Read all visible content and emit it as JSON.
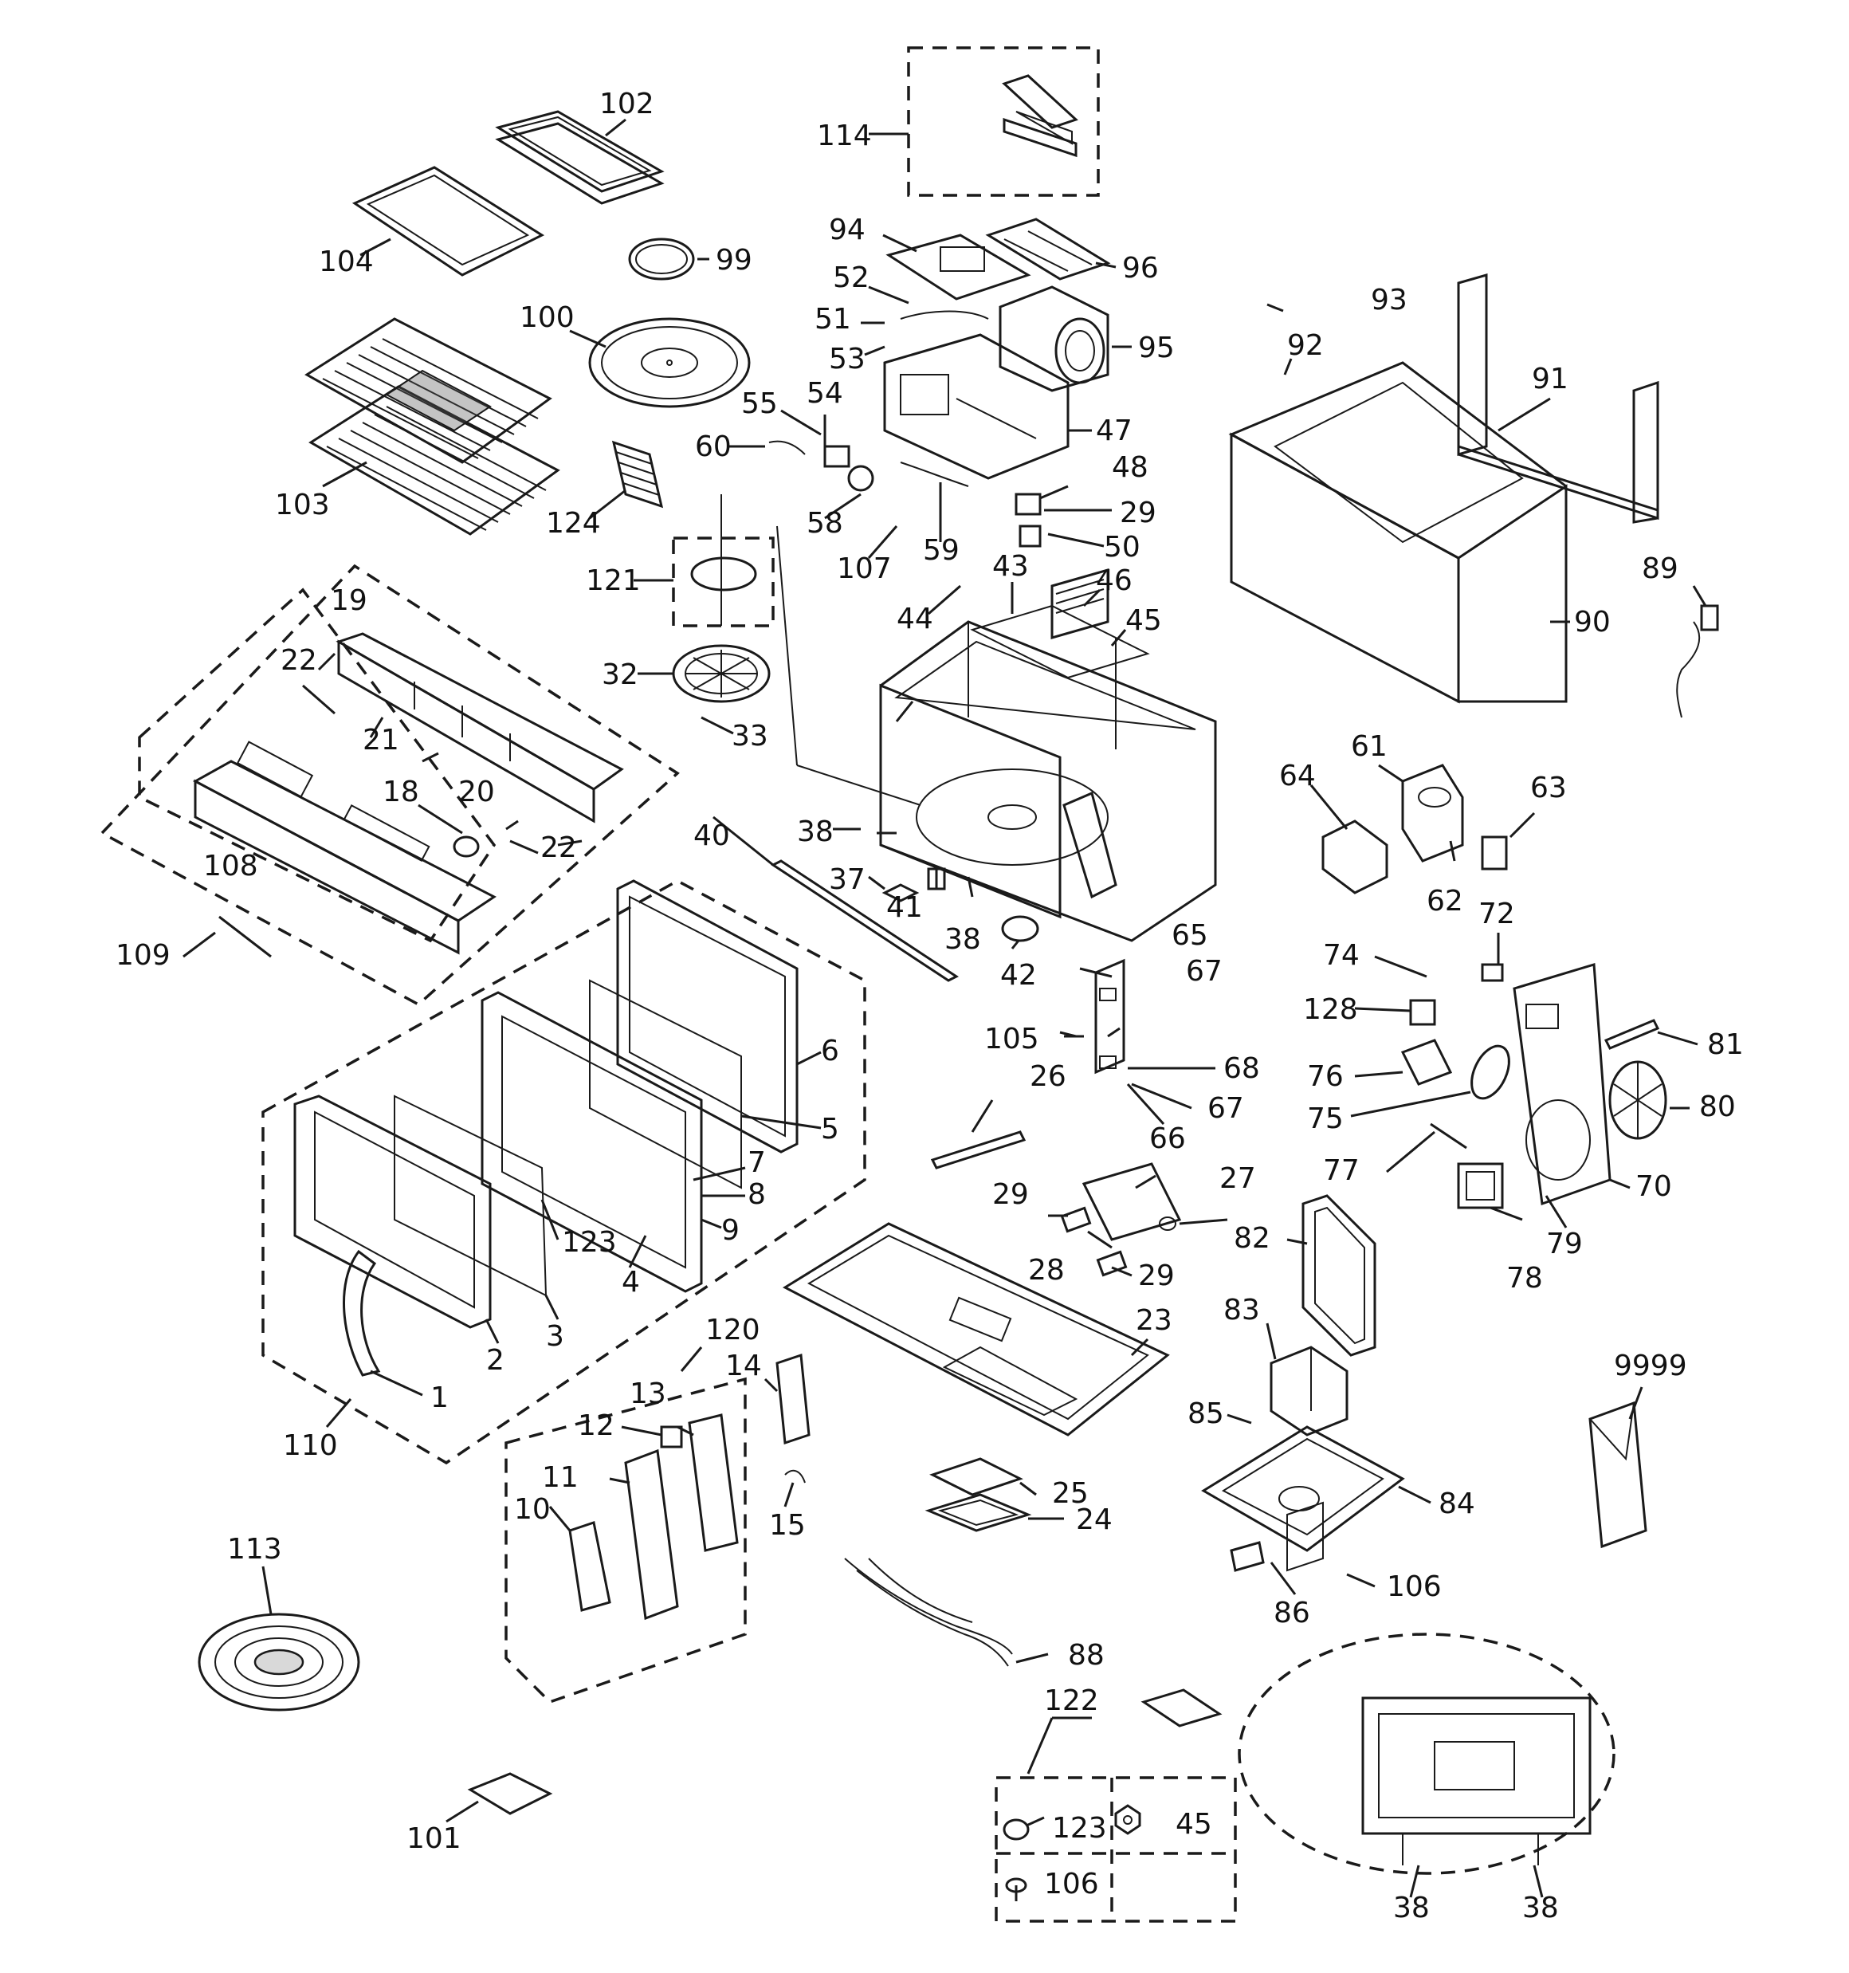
{
  "labels": {
    "p1": "1",
    "p2": "2",
    "p3": "3",
    "p4": "4",
    "p5": "5",
    "p6": "6",
    "p7": "7",
    "p8": "8",
    "p9": "9",
    "p10": "10",
    "p11": "11",
    "p12": "12",
    "p13": "13",
    "p14": "14",
    "p15": "15",
    "p18": "18",
    "p19": "19",
    "p20": "20",
    "p21": "21",
    "p22a": "22",
    "p22b": "22",
    "p23": "23",
    "p24": "24",
    "p25": "25",
    "p26": "26",
    "p27": "27",
    "p28": "28",
    "p29a": "29",
    "p29b": "29",
    "p29c": "29",
    "p32": "32",
    "p33": "33",
    "p37": "37",
    "p38a": "38",
    "p38b": "38",
    "p38c": "38",
    "p38d": "38",
    "p40": "40",
    "p41": "41",
    "p42": "42",
    "p43": "43",
    "p44": "44",
    "p45a": "45",
    "p45b": "45",
    "p46": "46",
    "p47": "47",
    "p48": "48",
    "p50": "50",
    "p51": "51",
    "p52": "52",
    "p53": "53",
    "p54": "54",
    "p55": "55",
    "p58": "58",
    "p59": "59",
    "p60": "60",
    "p61": "61",
    "p62": "62",
    "p63": "63",
    "p64": "64",
    "p65": "65",
    "p66": "66",
    "p67a": "67",
    "p67b": "67",
    "p68": "68",
    "p70": "70",
    "p72": "72",
    "p74": "74",
    "p75": "75",
    "p76": "76",
    "p77": "77",
    "p78": "78",
    "p79": "79",
    "p80": "80",
    "p81": "81",
    "p82": "82",
    "p83": "83",
    "p84": "84",
    "p85": "85",
    "p86": "86",
    "p88": "88",
    "p89": "89",
    "p90": "90",
    "p91": "91",
    "p92": "92",
    "p93": "93",
    "p94": "94",
    "p95": "95",
    "p96": "96",
    "p99": "99",
    "p100": "100",
    "p101": "101",
    "p102": "102",
    "p103": "103",
    "p104": "104",
    "p105": "105",
    "p106a": "106",
    "p106b": "106",
    "p107": "107",
    "p108": "108",
    "p109": "109",
    "p110": "110",
    "p113": "113",
    "p114": "114",
    "p120": "120",
    "p121": "121",
    "p122": "122",
    "p123a": "123",
    "p123b": "123",
    "p124": "124",
    "p128": "128",
    "p9999": "9999"
  }
}
